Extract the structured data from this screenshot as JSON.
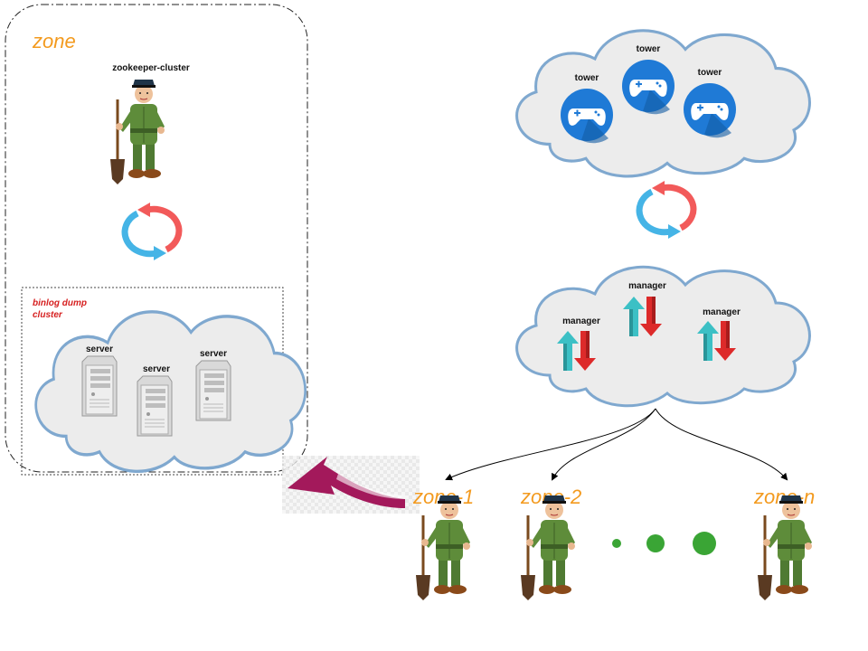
{
  "colors": {
    "zone_label": "#f39a1e",
    "note_red": "#d62020",
    "cloud_fill": "#ececec",
    "cloud_stroke": "#7fa8cf",
    "tower_blue": "#1f7ad6",
    "dot_green": "#3aa535",
    "arrow_magenta": "#a3195b",
    "cycle_red": "#f25a5a",
    "cycle_blue": "#45b4e6",
    "up_teal": "#3cc0c5",
    "down_red": "#dd2a2a"
  },
  "zone_box": {
    "title": "zone",
    "zookeeper_label": "zookeeper-cluster",
    "binlog_note_line1": "binlog dump",
    "binlog_note_line2": "cluster",
    "servers": [
      {
        "label": "server"
      },
      {
        "label": "server"
      },
      {
        "label": "server"
      }
    ]
  },
  "tower_cloud": {
    "towers": [
      {
        "label": "tower",
        "icon": "gamepad-icon"
      },
      {
        "label": "tower",
        "icon": "gamepad-icon"
      },
      {
        "label": "tower",
        "icon": "gamepad-icon"
      }
    ]
  },
  "manager_cloud": {
    "managers": [
      {
        "label": "manager",
        "icon": "up-down-arrows-icon"
      },
      {
        "label": "manager",
        "icon": "up-down-arrows-icon"
      },
      {
        "label": "manager",
        "icon": "up-down-arrows-icon"
      }
    ]
  },
  "zones": [
    {
      "label": "zone-1"
    },
    {
      "label": "zone-2"
    },
    {
      "label": "zone-n"
    }
  ],
  "ellipsis": {
    "dots": 3,
    "icon": "ellipsis-dots"
  }
}
